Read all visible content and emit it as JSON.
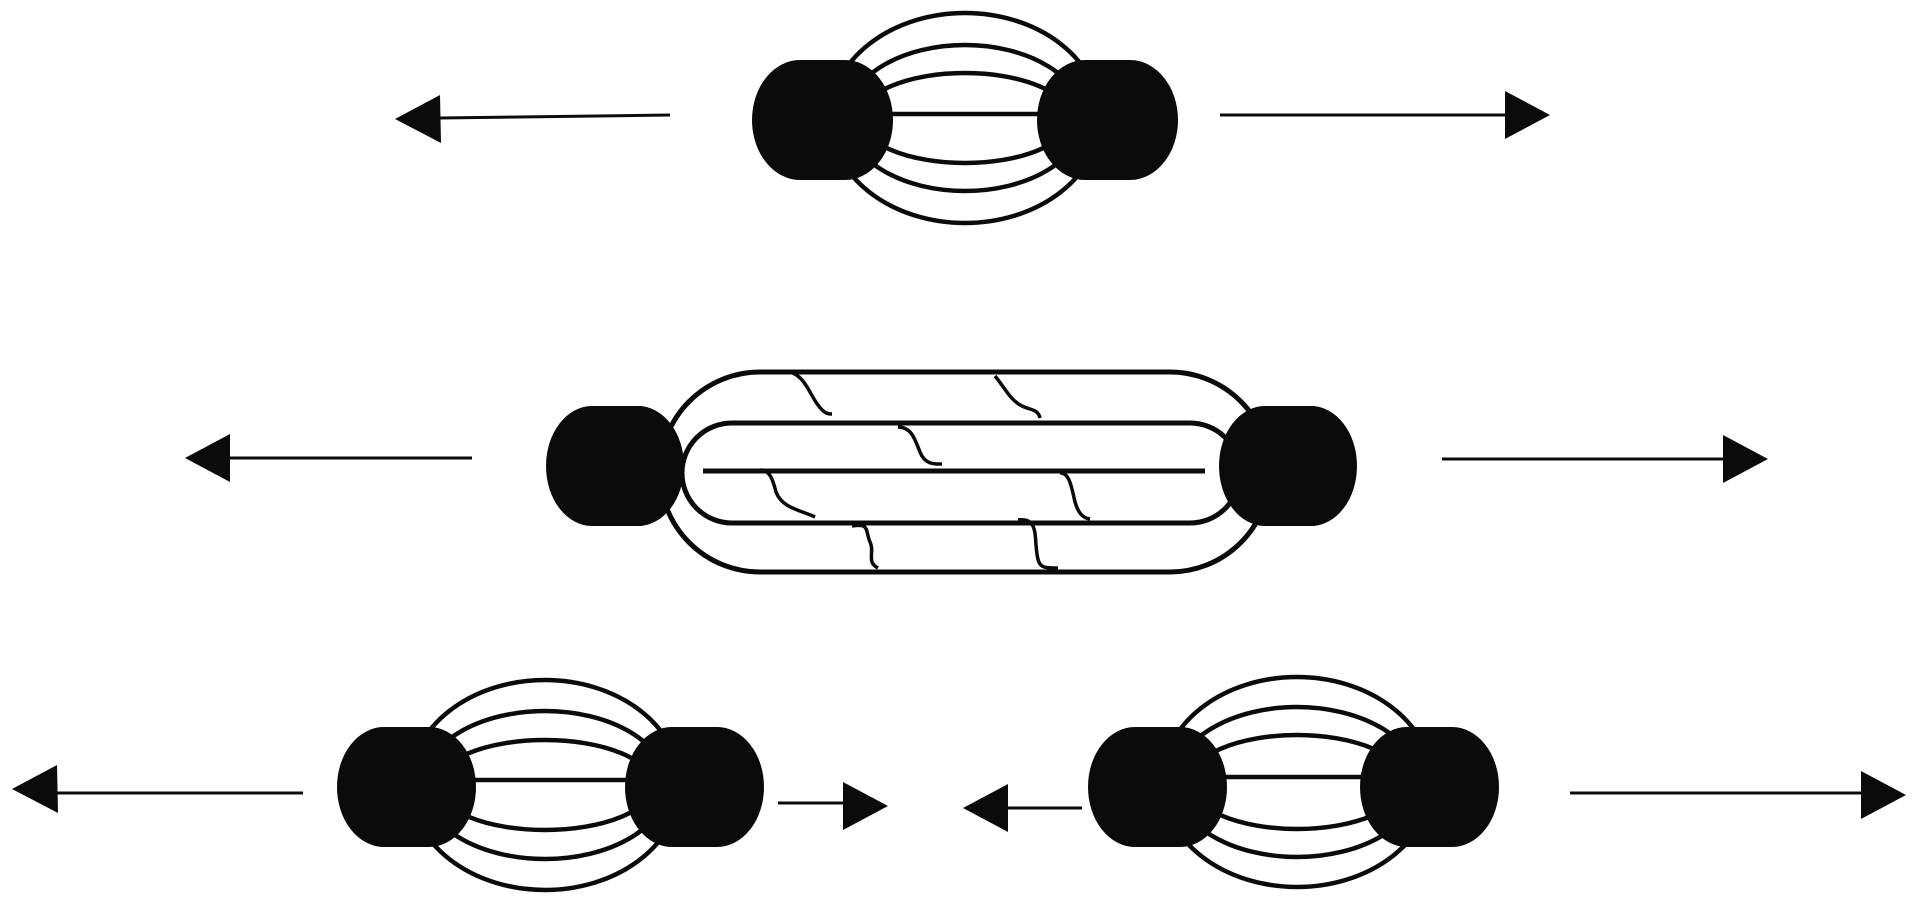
{
  "diagram": {
    "description_free": true,
    "colors": {
      "ink": "#0b0b0b",
      "background": "#ffffff"
    },
    "figures": [
      {
        "id": "top-pair",
        "kind": "two-endpoints-with-nested-strings",
        "string_loops": 3,
        "arrows": [
          "left",
          "right"
        ]
      },
      {
        "id": "middle-pair",
        "kind": "two-endpoints-with-capsule-and-wavy-links",
        "rails": 3,
        "wavy_links": 7,
        "arrows": [
          "left",
          "right"
        ]
      },
      {
        "id": "bottom-left-pair",
        "kind": "two-endpoints-with-nested-strings",
        "string_loops": 3,
        "arrows": [
          "left",
          "right-short"
        ]
      },
      {
        "id": "bottom-right-pair",
        "kind": "two-endpoints-with-nested-strings",
        "string_loops": 3,
        "arrows": [
          "left-short",
          "right"
        ]
      }
    ]
  }
}
